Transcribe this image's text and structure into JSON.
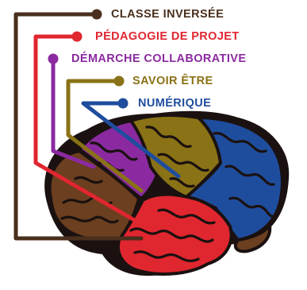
{
  "labels": [
    {
      "text": "CLASSE INVERSÉE",
      "color": "#4a2f1d",
      "region": "brown-left-lobe"
    },
    {
      "text": "PÉDAGOGIE DE PROJET",
      "color": "#e0262f",
      "region": "red-lower-lobe"
    },
    {
      "text": "DÉMARCHE COLLABORATIVE",
      "color": "#8b2aa0",
      "region": "purple-front-lobe"
    },
    {
      "text": "SAVOIR ÊTRE",
      "color": "#8a7216",
      "region": "olive-top-lobe"
    },
    {
      "text": "NUMÉRIQUE",
      "color": "#1f4d9e",
      "region": "blue-right-lobe"
    }
  ],
  "palette": {
    "brown": "#6b3f1f",
    "red": "#e0262f",
    "purple": "#8b2aa0",
    "olive": "#8a7216",
    "blue": "#1f4d9e",
    "outline": "#1a1110"
  }
}
